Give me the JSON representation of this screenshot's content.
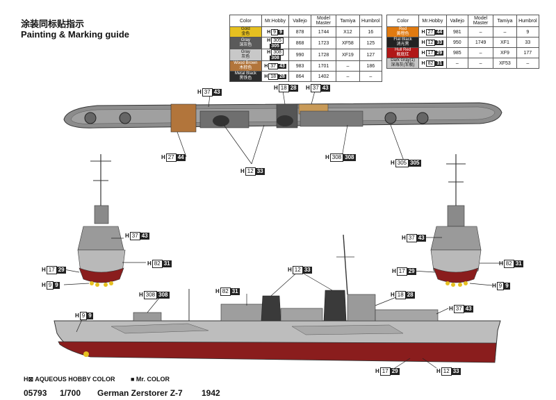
{
  "header": {
    "title_cn": "涂装同标贴指示",
    "title_en": "Painting & Marking guide"
  },
  "colors": {
    "gold": "#e6c020",
    "gray_dark": "#5a5a5a",
    "gray_light": "#c8c8c8",
    "wood_brown": "#b2753b",
    "metal_black": "#2c2c2c",
    "red": "#e07a10",
    "flat_black": "#222222",
    "hull_red": "#b01818",
    "dark_gray": "#c6c6c6",
    "ship_hull": "#b9b9b9",
    "ship_lower": "#8a1d1d"
  },
  "table_headers": [
    "Color",
    "Mr.Hobby",
    "Vallejo",
    "Model Master",
    "Tamiya",
    "Humbrol"
  ],
  "table_left": [
    {
      "name": "Gold",
      "cn": "金色",
      "h": "9",
      "m": "9",
      "vallejo": "878",
      "model_master": "1744",
      "tamiya": "X12",
      "humbrol": "16"
    },
    {
      "name": "Gray",
      "cn": "深灰色",
      "h": "305",
      "m": "305",
      "vallejo": "868",
      "model_master": "1723",
      "tamiya": "XF58",
      "humbrol": "125"
    },
    {
      "name": "Gray",
      "cn": "灰色",
      "h": "308",
      "m": "308",
      "vallejo": "990",
      "model_master": "1728",
      "tamiya": "XF19",
      "humbrol": "127"
    },
    {
      "name": "Wood Brown",
      "cn": "木棕色",
      "h": "37",
      "m": "43",
      "vallejo": "983",
      "model_master": "1701",
      "tamiya": "–",
      "humbrol": "186"
    },
    {
      "name": "Metal Black",
      "cn": "黑铁色",
      "h": "18",
      "m": "28",
      "vallejo": "864",
      "model_master": "1402",
      "tamiya": "–",
      "humbrol": "–"
    }
  ],
  "table_right": [
    {
      "name": "Red",
      "cn": "黄橙色",
      "h": "27",
      "m": "44",
      "vallejo": "981",
      "model_master": "–",
      "tamiya": "–",
      "humbrol": "9"
    },
    {
      "name": "Flat Black",
      "cn": "消光黑",
      "h": "12",
      "m": "33",
      "vallejo": "950",
      "model_master": "1749",
      "tamiya": "XF1",
      "humbrol": "33"
    },
    {
      "name": "Hull Red",
      "cn": "舰底红",
      "h": "17",
      "m": "29",
      "vallejo": "985",
      "model_master": "–",
      "tamiya": "XF9",
      "humbrol": "177"
    },
    {
      "name": "Dark Gray(1)",
      "cn": "深海灰(军舰)",
      "h": "82",
      "m": "31",
      "vallejo": "–",
      "model_master": "–",
      "tamiya": "XF53",
      "humbrol": "–"
    }
  ],
  "callouts": [
    {
      "h": "18",
      "m": "28"
    },
    {
      "h": "37",
      "m": "43"
    },
    {
      "h": "37",
      "m": "43"
    },
    {
      "h": "27",
      "m": "44"
    },
    {
      "h": "12",
      "m": "33"
    },
    {
      "h": "308",
      "m": "308"
    },
    {
      "h": "305",
      "m": "305"
    },
    {
      "h": "37",
      "m": "43"
    },
    {
      "h": "82",
      "m": "31"
    },
    {
      "h": "17",
      "m": "29"
    },
    {
      "h": "9",
      "m": "9"
    },
    {
      "h": "37",
      "m": "43"
    },
    {
      "h": "82",
      "m": "31"
    },
    {
      "h": "17",
      "m": "29"
    },
    {
      "h": "9",
      "m": "9"
    },
    {
      "h": "12",
      "m": "33"
    },
    {
      "h": "308",
      "m": "308"
    },
    {
      "h": "82",
      "m": "31"
    },
    {
      "h": "18",
      "m": "28"
    },
    {
      "h": "37",
      "m": "43"
    },
    {
      "h": "9",
      "m": "9"
    },
    {
      "h": "17",
      "m": "29"
    },
    {
      "h": "12",
      "m": "33"
    }
  ],
  "legend": {
    "aqueous": "H⊠ AQUEOUS HOBBY COLOR",
    "mr_color": "■ Mr. COLOR"
  },
  "footer": {
    "code": "05793",
    "scale": "1/700",
    "name": "German Zerstorer Z-7",
    "year": "1942"
  }
}
